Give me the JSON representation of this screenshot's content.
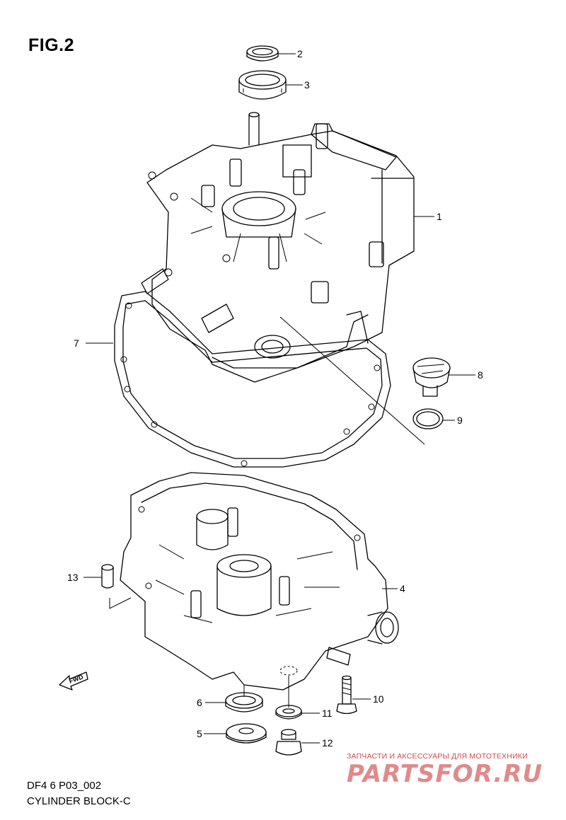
{
  "figure": {
    "title": "FIG.2",
    "code": "DF4 6 P03_002",
    "name": "CYLINDER BLOCK-C"
  },
  "callouts": [
    "1",
    "2",
    "3",
    "4",
    "5",
    "6",
    "7",
    "8",
    "9",
    "10",
    "11",
    "12",
    "13"
  ],
  "watermark": {
    "tagline": "ЗАПЧАСТИ И АКСЕССУАРЫ ДЛЯ МОТОТЕХНИКИ",
    "brand": "PARTSFOR.RU",
    "color": "#e08a8a"
  },
  "fwd_arrow": {
    "label": "FWD",
    "icon": "forward-arrow-icon"
  }
}
